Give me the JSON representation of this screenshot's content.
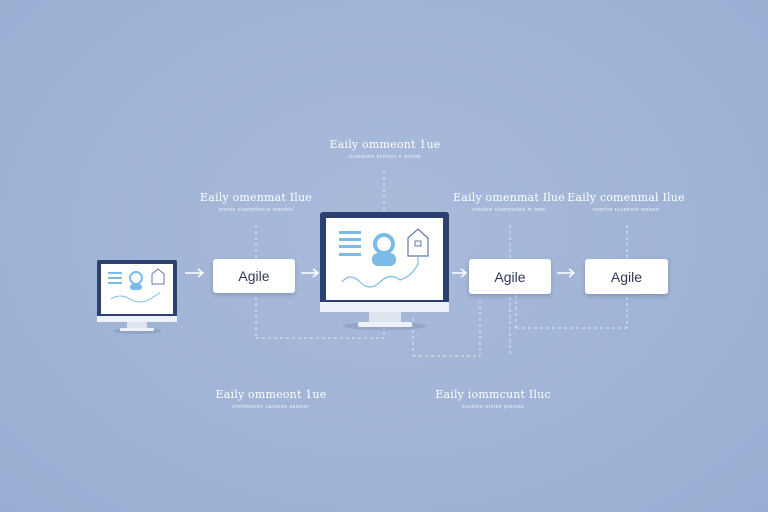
{
  "colors": {
    "background": "#a0b4d7",
    "monitor_frame": "#2d4170",
    "accent_blue": "#7bbbe8",
    "connector": "#ffffff"
  },
  "icons": {
    "small_monitor": "monitor-icon",
    "large_monitor": "monitor-icon",
    "inner": [
      "text-lines-icon",
      "user-avatar-icon",
      "house-icon",
      "wave-line-icon"
    ],
    "arrow": "arrow-right-icon"
  },
  "steps": [
    {
      "label": "Agile"
    },
    {
      "label": "Agile"
    },
    {
      "label": "Agile"
    }
  ],
  "captions": [
    {
      "title": "Eaily ommeont 1ue",
      "subtitle": "octeurme hcmoot e atnnm"
    },
    {
      "title": "Eaily omenmat Ilue",
      "subtitle": "ormoe ctaemnnoce maotne"
    },
    {
      "title": "Eaily omenmat Ilue",
      "subtitle": "eotoiee ctaennotee m sme"
    },
    {
      "title": "Eaily comenmal Ilue",
      "subtitle": "oomtoe rcuneoto maane"
    },
    {
      "title": "Eaily ommeont 1ue",
      "subtitle": "eoottneomr caotnee ssmoer"
    },
    {
      "title": "Eaily iommcunt Iluc",
      "subtitle": "ouctime otnme pisrcas"
    }
  ]
}
